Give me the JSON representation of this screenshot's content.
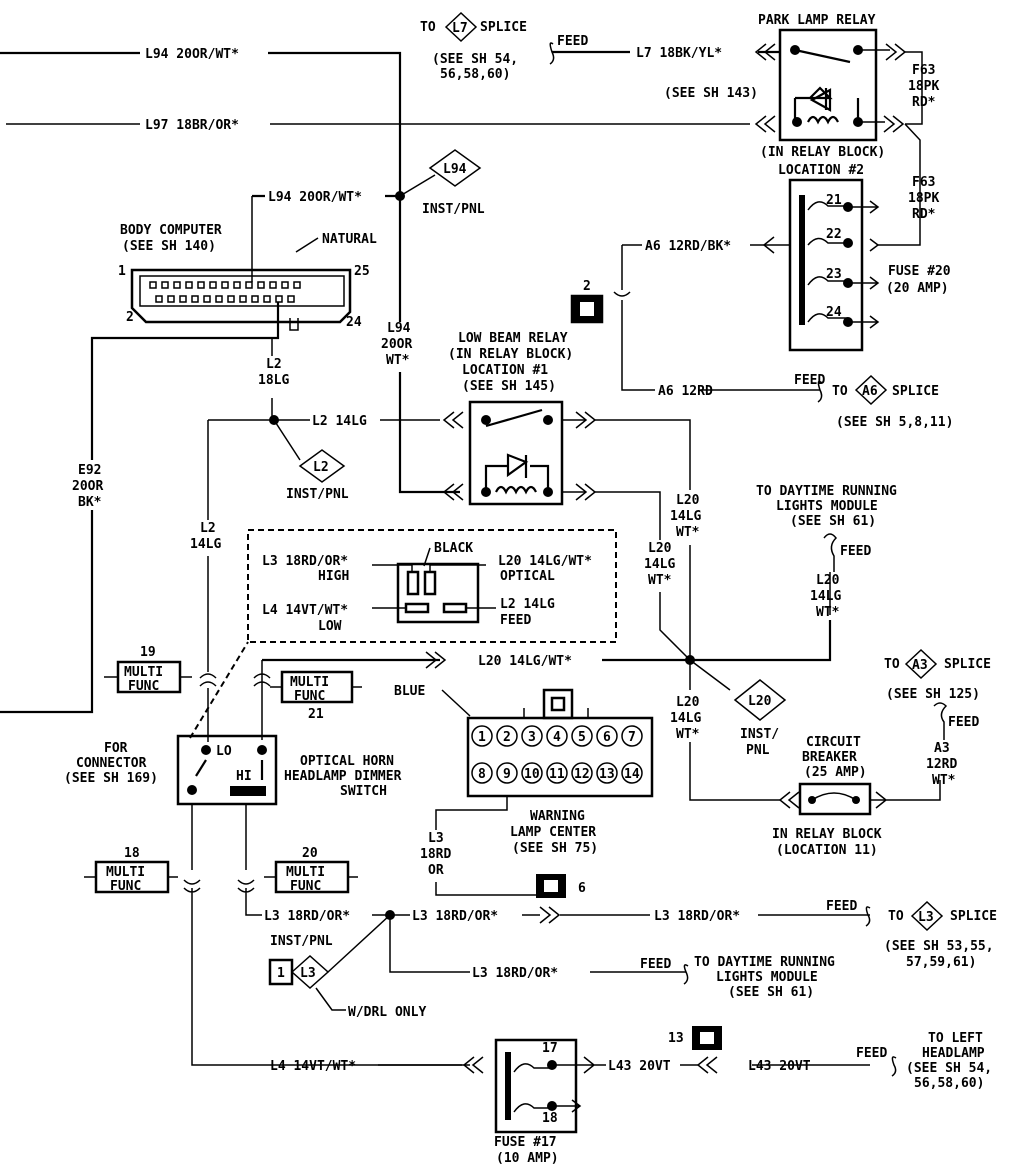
{
  "wires": {
    "l94_top": "L94 20OR/WT*",
    "l97_top": "L97 18BR/OR*",
    "l94_mid": "L94 20OR/WT*",
    "l94_vert_1": "L94",
    "l94_vert_2": "20OR",
    "l94_vert_3": "WT*",
    "l7": "L7 18BK/YL*",
    "f63_a_1": "F63",
    "f63_a_2": "18PK",
    "f63_a_3": "RD*",
    "f63_b_1": "F63",
    "f63_b_2": "18PK",
    "f63_b_3": "RD*",
    "a6_a": "A6 12RD/BK*",
    "a6_b": "A6 12RD",
    "l2_vert_1": "L2",
    "l2_vert_2": "18LG",
    "l2_h": "L2 14LG",
    "l2_left_1": "L2",
    "l2_left_2": "14LG",
    "e92_1": "E92",
    "e92_2": "20OR",
    "e92_3": "BK*",
    "l20_a_1": "L20",
    "l20_a_2": "14LG",
    "l20_a_3": "WT*",
    "l20_b_1": "L20",
    "l20_b_2": "14LG",
    "l20_b_3": "WT*",
    "l20_c_1": "L20",
    "l20_c_2": "14LG",
    "l20_c_3": "WT*",
    "l20_d_1": "L20",
    "l20_d_2": "14LG",
    "l20_d_3": "WT*",
    "l20_h": "L20 14LG/WT*",
    "a3_1": "A3",
    "a3_2": "12RD",
    "a3_3": "WT*",
    "l3_vert_1": "L3",
    "l3_vert_2": "18RD",
    "l3_vert_3": "OR",
    "l3_a": "L3 18RD/OR*",
    "l3_b": "L3 18RD/OR*",
    "l3_c": "L3 18RD/OR*",
    "l3_d": "L3 18RD/OR*",
    "l4": "L4 14VT/WT*",
    "l43_a": "L43 20VT",
    "l43_b": "L43 20VT"
  },
  "components": {
    "park_relay_title": "PARK LAMP RELAY",
    "park_relay_ref": "(SEE SH 143)",
    "park_relay_loc_1": "(IN RELAY BLOCK)",
    "park_relay_loc_2": "LOCATION #2",
    "fuse20_1": "FUSE #20",
    "fuse20_2": "(20 AMP)",
    "fuse20_pins": [
      "21",
      "22",
      "23",
      "24"
    ],
    "body_computer_1": "BODY COMPUTER",
    "body_computer_2": "(SEE SH 140)",
    "natural": "NATURAL",
    "pin_1": "1",
    "pin_25": "25",
    "pin_2": "2",
    "pin_24": "24",
    "low_beam_1": "LOW BEAM RELAY",
    "low_beam_2": "(IN RELAY BLOCK)",
    "low_beam_3": "LOCATION #1",
    "low_beam_4": "(SEE SH 145)",
    "black": "BLACK",
    "l3_high_1": "L3 18RD/OR*",
    "l3_high_2": "HIGH",
    "l20_optical_1": "L20 14LG/WT*",
    "l20_optical_2": "OPTICAL",
    "l4_low_1": "L4 14VT/WT*",
    "l4_low_2": "LOW",
    "l2_feed_1": "L2 14LG",
    "l2_feed_2": "FEED",
    "mf19_num": "19",
    "mf19_1": "MULTI",
    "mf19_2": "FUNC",
    "mf21_1": "MULTI",
    "mf21_2": "FUNC",
    "mf21_num": "21",
    "mf18_num": "18",
    "mf18_1": "MULTI",
    "mf18_2": "FUNC",
    "mf20_num": "20",
    "mf20_1": "MULTI",
    "mf20_2": "FUNC",
    "blue": "BLUE",
    "wlc_pins_top": [
      "1",
      "2",
      "3",
      "4",
      "5",
      "6",
      "7"
    ],
    "wlc_pins_bot": [
      "8",
      "9",
      "10",
      "11",
      "12",
      "13",
      "14"
    ],
    "wlc_1": "WARNING",
    "wlc_2": "LAMP CENTER",
    "wlc_3": "(SEE SH 75)",
    "for_connector_1": "FOR",
    "for_connector_2": "CONNECTOR",
    "for_connector_3": "(SEE SH 169)",
    "switch_lo": "LO",
    "switch_hi": "HI",
    "switch_1": "OPTICAL HORN",
    "switch_2": "HEADLAMP DIMMER",
    "switch_3": "SWITCH",
    "cb_1": "CIRCUIT",
    "cb_2": "BREAKER",
    "cb_3": "(25 AMP)",
    "cb_loc_1": "IN RELAY BLOCK",
    "cb_loc_2": "(LOCATION 11)",
    "fuse17_pin_17": "17",
    "fuse17_pin_18": "18",
    "fuse17_1": "FUSE #17",
    "fuse17_2": "(10 AMP)",
    "ground_2": "2",
    "ground_6": "6",
    "ground_13": "13"
  },
  "splices": {
    "l7_to": "TO",
    "l7_id": "L7",
    "l7_splice": "SPLICE",
    "l7_ref_1": "(SEE SH 54,",
    "l7_ref_2": "56,58,60)",
    "l94_id": "L94",
    "l94_label": "INST/PNL",
    "a6_to": "TO",
    "a6_id": "A6",
    "a6_splice": "SPLICE",
    "a6_ref": "(SEE SH 5,8,11)",
    "l2_id": "L2",
    "l2_label": "INST/PNL",
    "l20_id": "L20",
    "l20_label_1": "INST/",
    "l20_label_2": "PNL",
    "a3_to": "TO",
    "a3_id": "A3",
    "a3_splice": "SPLICE",
    "a3_ref": "(SEE SH 125)",
    "l3_to": "TO",
    "l3_id": "L3",
    "l3_splice": "SPLICE",
    "l3_ref_1": "(SEE SH 53,55,",
    "l3_ref_2": "57,59,61)",
    "l3_inst": "INST/PNL",
    "l3_conn_id": "L3",
    "l3_conn_pin": "1",
    "wdrl": "W/DRL ONLY"
  },
  "feeds": {
    "feed_l7": "FEED",
    "feed_a6": "FEED",
    "feed_drl": "FEED",
    "feed_a3": "FEED",
    "feed_l3": "FEED",
    "feed_l3_drl": "FEED",
    "feed_l43": "FEED"
  },
  "destinations": {
    "drl_top_1": "TO DAYTIME RUNNING",
    "drl_top_2": "LIGHTS MODULE",
    "drl_top_3": "(SEE SH 61)",
    "drl_bot_1": "TO DAYTIME RUNNING",
    "drl_bot_2": "LIGHTS MODULE",
    "drl_bot_3": "(SEE SH 61)",
    "left_headlamp_1": "TO LEFT",
    "left_headlamp_2": "HEADLAMP",
    "left_headlamp_3": "(SEE SH 54,",
    "left_headlamp_4": "56,58,60)"
  }
}
